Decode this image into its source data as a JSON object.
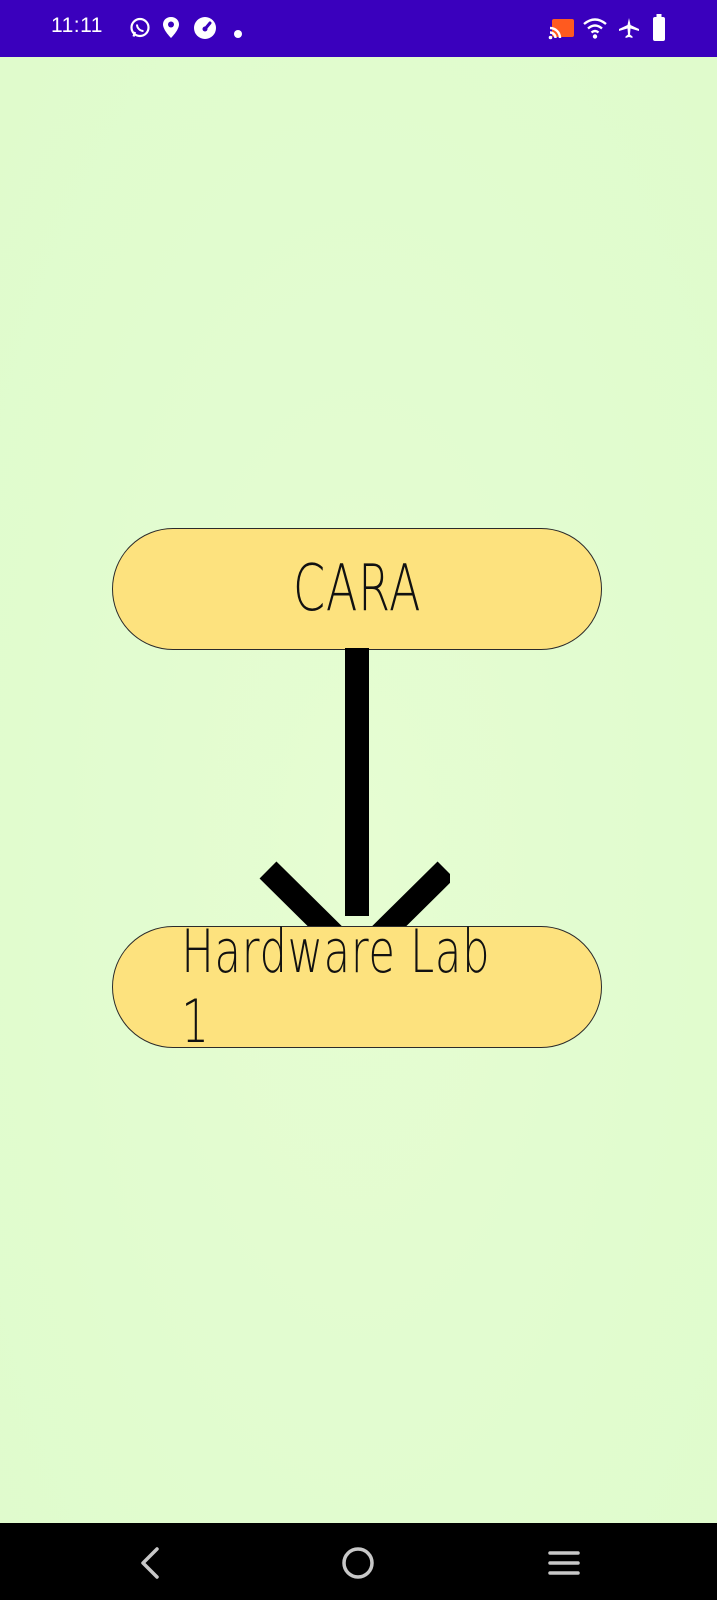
{
  "colors": {
    "status_bar": "#3a00bd",
    "background": "#e1fccf",
    "node_fill": "#fde27e",
    "node_border": "#2b2b2b",
    "arrow": "#000000",
    "nav_bar": "#000000",
    "nav_icon": "#c8c8c8"
  },
  "status_bar": {
    "time": "11:11",
    "left_icons": [
      "whatsapp-icon",
      "maps-pin-icon",
      "speedometer-icon",
      "notification-dot-icon"
    ],
    "right_icons": [
      "cast-icon",
      "wifi-icon",
      "airplane-mode-icon",
      "battery-icon"
    ]
  },
  "diagram": {
    "nodes": [
      {
        "label": "CARA"
      },
      {
        "label": "Hardware Lab 1"
      }
    ],
    "edges": [
      {
        "from": "CARA",
        "to": "Hardware Lab 1",
        "direction": "down"
      }
    ]
  },
  "nav_bar": {
    "buttons": [
      "back-icon",
      "home-icon",
      "recents-icon"
    ]
  }
}
